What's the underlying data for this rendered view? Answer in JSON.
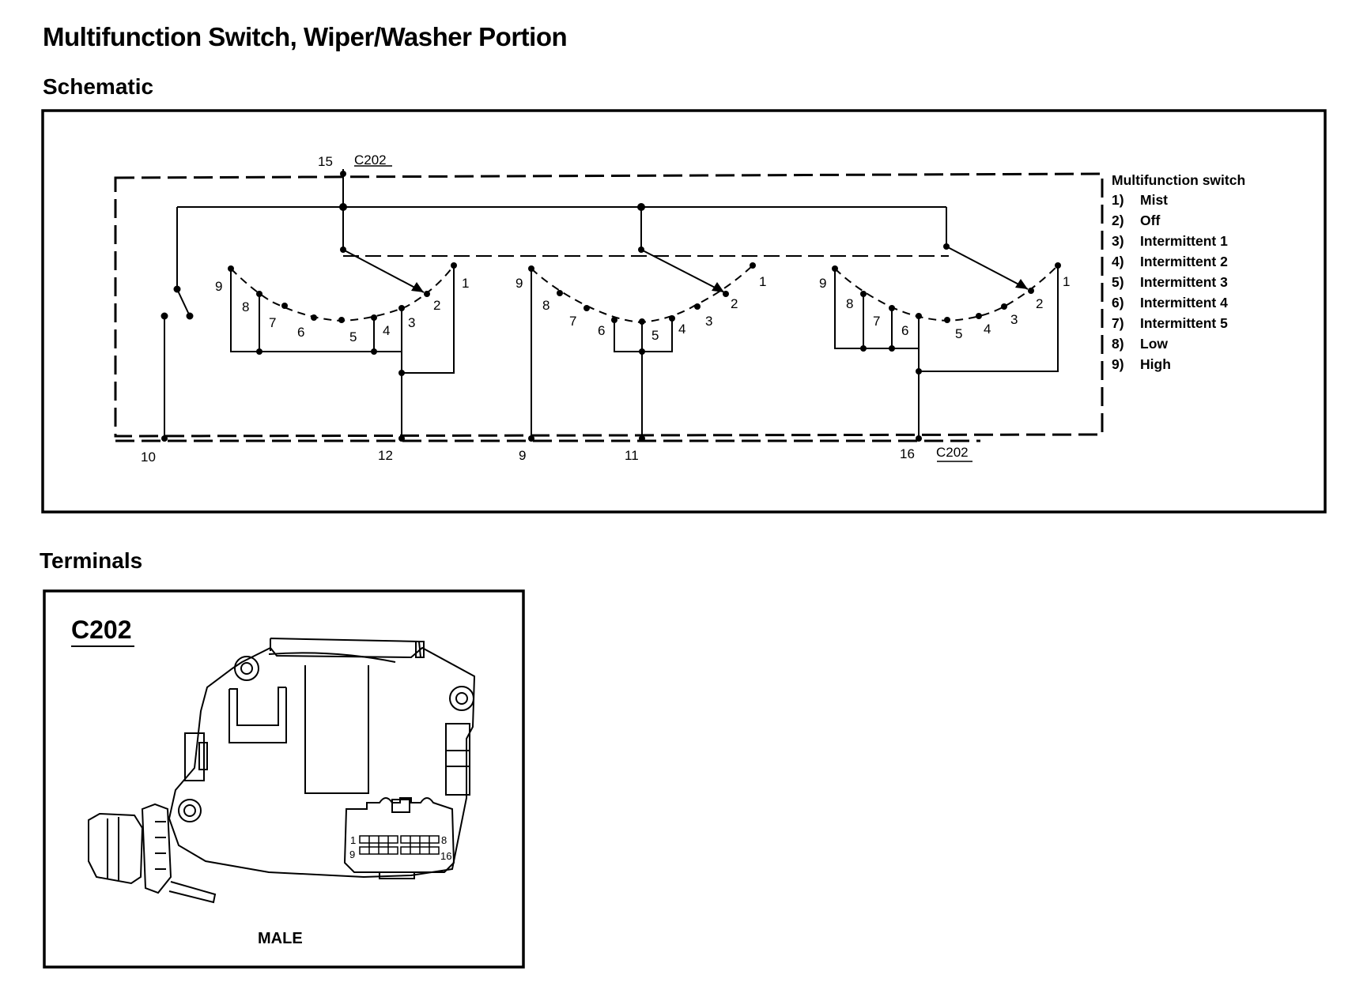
{
  "title": "Multifunction Switch, Wiper/Washer Portion",
  "sections": {
    "schematic": "Schematic",
    "terminals": "Terminals"
  },
  "schematic": {
    "connector": "C202",
    "top_pin": "15",
    "bottom_pins": [
      "10",
      "12",
      "9",
      "11",
      "16"
    ],
    "switch_positions": [
      "1",
      "2",
      "3",
      "4",
      "5",
      "6",
      "7",
      "8",
      "9"
    ],
    "legend": {
      "title": "Multifunction switch",
      "items": [
        {
          "num": "1)",
          "label": "Mist"
        },
        {
          "num": "2)",
          "label": "Off"
        },
        {
          "num": "3)",
          "label": "Intermittent 1"
        },
        {
          "num": "4)",
          "label": "Intermittent 2"
        },
        {
          "num": "5)",
          "label": "Intermittent 3"
        },
        {
          "num": "6)",
          "label": "Intermittent 4"
        },
        {
          "num": "7)",
          "label": "Intermittent 5"
        },
        {
          "num": "8)",
          "label": "Low"
        },
        {
          "num": "9)",
          "label": "High"
        }
      ]
    }
  },
  "terminals": {
    "connector": "C202",
    "gender": "MALE",
    "pin_labels": {
      "top_left": "1",
      "top_right": "8",
      "bottom_left": "9",
      "bottom_right": "16"
    }
  }
}
